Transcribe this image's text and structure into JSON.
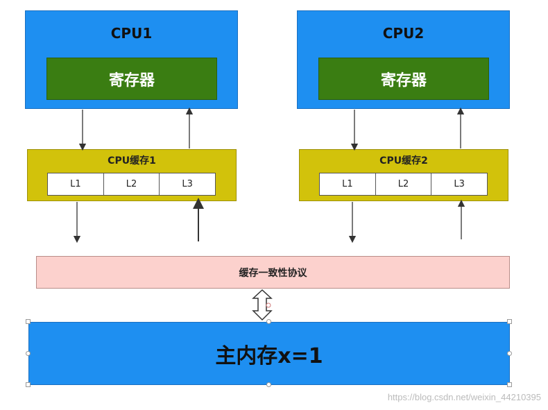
{
  "cpus": [
    {
      "title": "CPU1",
      "register": "寄存器"
    },
    {
      "title": "CPU2",
      "register": "寄存器"
    }
  ],
  "caches": [
    {
      "title": "CPU缓存1",
      "levels": [
        "L1",
        "L2",
        "L3"
      ]
    },
    {
      "title": "CPU缓存2",
      "levels": [
        "L1",
        "L2",
        "L3"
      ]
    }
  ],
  "protocol": {
    "label": "缓存一致性协议"
  },
  "memory": {
    "label": "主内存x=1"
  },
  "watermark": "https://blog.csdn.net/weixin_44210395",
  "colors": {
    "cpu_blue": "#1e8ff1",
    "register_green": "#3a7d12",
    "cache_yellow": "#d2c20b",
    "protocol_pink": "#fcd1cd"
  }
}
